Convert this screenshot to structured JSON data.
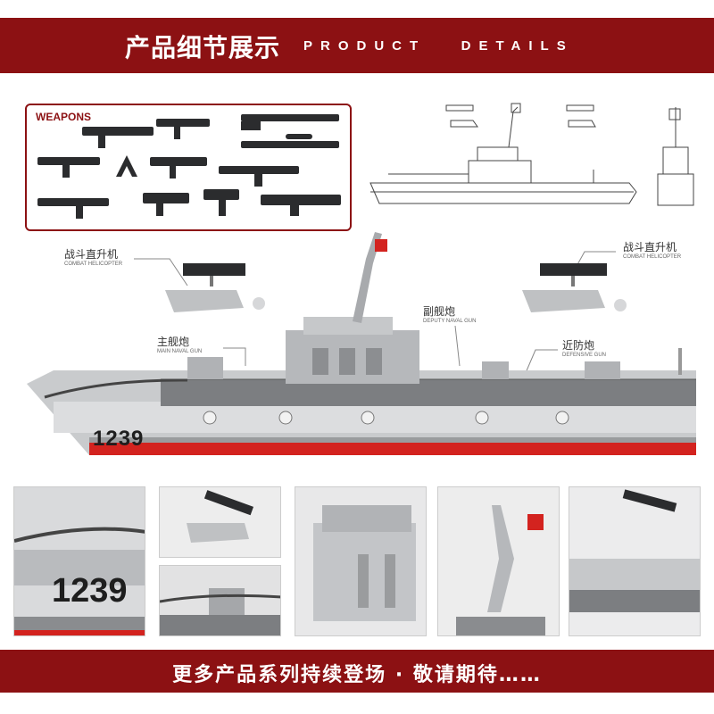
{
  "header": {
    "title_cn": "产品细节展示",
    "title_en": "PRODUCT   DETAILS"
  },
  "weapons": {
    "title": "WEAPONS"
  },
  "callouts": {
    "heli_left": {
      "cn": "战斗直升机",
      "en": "COMBAT HELICOPTER"
    },
    "heli_right": {
      "cn": "战斗直升机",
      "en": "COMBAT HELICOPTER"
    },
    "main_gun": {
      "cn": "主舰炮",
      "en": "MAIN NAVAL GUN"
    },
    "deputy_gun": {
      "cn": "副舰炮",
      "en": "DEPUTY NAVAL GUN"
    },
    "defensive_gun": {
      "cn": "近防炮",
      "en": "DEFENSIVE GUN"
    }
  },
  "ship": {
    "hull_number": "1239"
  },
  "footer": {
    "text": "更多产品系列持续登场 · 敬请期待……"
  },
  "colors": {
    "brand_red": "#8c1113",
    "hull_gray": "#c9cbcd",
    "dark_gray": "#6f7174",
    "flag_red": "#d3231f"
  }
}
